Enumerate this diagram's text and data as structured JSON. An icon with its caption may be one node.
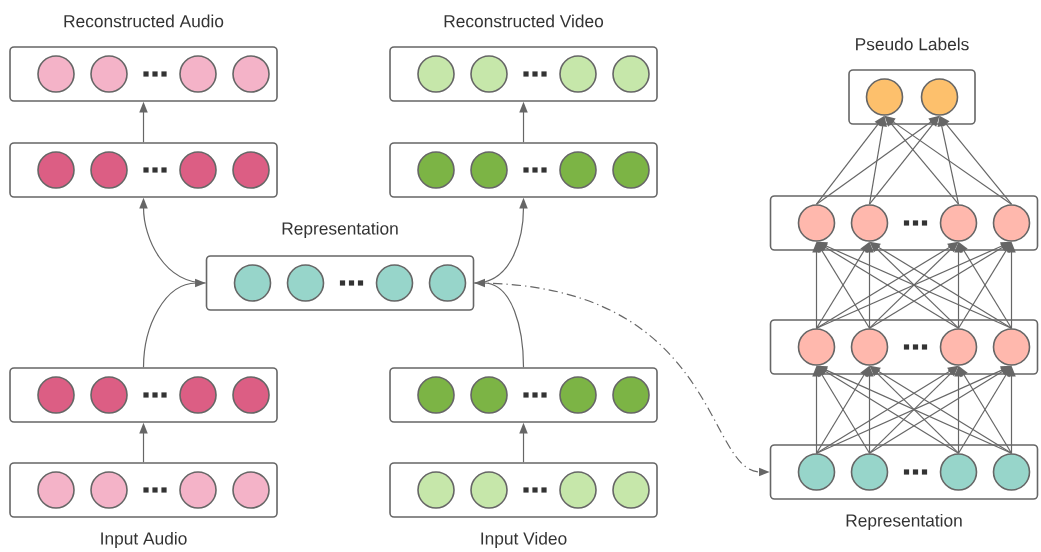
{
  "diagram": {
    "nodes": [
      {
        "text": [
          "Reconstructed Audio"
        ]
      },
      {
        "text": [],
        "shape": "circle",
        "in": 0
      },
      {
        "text": [],
        "shape": "circle",
        "in": 0
      },
      {
        "text": [],
        "shape": "circle",
        "in": 0
      },
      {
        "text": [],
        "shape": "circle",
        "in": 0
      },
      {
        "text": [
          "Reconstructed Video"
        ]
      },
      {
        "text": [],
        "shape": "circle",
        "in": 5
      },
      {
        "text": [],
        "shape": "circle",
        "in": 5
      },
      {
        "text": [],
        "shape": "circle",
        "in": 5
      },
      {
        "text": [],
        "shape": "circle",
        "in": 5
      },
      {
        "text": [
          "Pseudo Labels"
        ]
      },
      {
        "text": [],
        "shape": "circle",
        "in": 10
      },
      {
        "text": [],
        "shape": "circle",
        "in": 10
      },
      {
        "text": [],
        "shape": "box"
      },
      {
        "text": [],
        "shape": "circle",
        "in": 13
      },
      {
        "text": [],
        "shape": "circle",
        "in": 13
      },
      {
        "text": [],
        "shape": "circle",
        "in": 13
      },
      {
        "text": [],
        "shape": "circle",
        "in": 13
      },
      {
        "text": [],
        "shape": "box"
      },
      {
        "text": [],
        "shape": "circle",
        "in": 18
      },
      {
        "text": [],
        "shape": "circle",
        "in": 18
      },
      {
        "text": [],
        "shape": "circle",
        "in": 18
      },
      {
        "text": [],
        "shape": "circle",
        "in": 18
      },
      {
        "text": [],
        "shape": "box"
      },
      {
        "text": [],
        "shape": "circle",
        "in": 23
      },
      {
        "text": [],
        "shape": "circle",
        "in": 23
      },
      {
        "text": [],
        "shape": "circle",
        "in": 23
      },
      {
        "text": [],
        "shape": "circle",
        "in": 23
      },
      {
        "text": [
          "Representation"
        ]
      },
      {
        "text": [],
        "shape": "circle",
        "in": 28
      },
      {
        "text": [],
        "shape": "circle",
        "in": 28
      },
      {
        "text": [],
        "shape": "circle",
        "in": 28
      },
      {
        "text": [],
        "shape": "circle",
        "in": 28
      },
      {
        "text": [],
        "shape": "box"
      },
      {
        "text": [],
        "shape": "circle",
        "in": 33
      },
      {
        "text": [],
        "shape": "circle",
        "in": 33
      },
      {
        "text": [],
        "shape": "circle",
        "in": 33
      },
      {
        "text": [],
        "shape": "circle",
        "in": 33
      },
      {
        "text": [],
        "shape": "box"
      },
      {
        "text": [],
        "shape": "circle",
        "in": 38
      },
      {
        "text": [],
        "shape": "circle",
        "in": 38
      },
      {
        "text": [],
        "shape": "circle",
        "in": 38
      },
      {
        "text": [],
        "shape": "circle",
        "in": 38
      },
      {
        "text": [],
        "shape": "box"
      },
      {
        "text": [],
        "shape": "circle",
        "in": 43
      },
      {
        "text": [],
        "shape": "circle",
        "in": 43
      },
      {
        "text": [],
        "shape": "circle",
        "in": 43
      },
      {
        "text": [],
        "shape": "circle",
        "in": 43
      },
      {
        "text": [
          "Input Audio"
        ]
      },
      {
        "text": [],
        "shape": "circle",
        "in": 48
      },
      {
        "text": [],
        "shape": "circle",
        "in": 48
      },
      {
        "text": [],
        "shape": "circle",
        "in": 48
      },
      {
        "text": [],
        "shape": "circle",
        "in": 48
      },
      {
        "text": [
          "Input Video"
        ]
      },
      {
        "text": [],
        "shape": "circle",
        "in": 53
      },
      {
        "text": [],
        "shape": "circle",
        "in": 53
      },
      {
        "text": [],
        "shape": "circle",
        "in": 53
      },
      {
        "text": [],
        "shape": "circle",
        "in": 53
      },
      {
        "text": [
          "Representation"
        ]
      },
      {
        "text": [],
        "shape": "circle",
        "in": 58
      },
      {
        "text": [],
        "shape": "circle",
        "in": 58
      },
      {
        "text": [],
        "shape": "circle",
        "in": 58
      },
      {
        "text": [],
        "shape": "circle",
        "in": 58
      }
    ],
    "edges": [
      {
        "from": 13,
        "to": 0,
        "arrow": "to"
      },
      {
        "from": 18,
        "to": 5,
        "arrow": "to"
      },
      {
        "from": 28,
        "to": 13,
        "arrow": "to"
      },
      {
        "from": 28,
        "to": 18,
        "arrow": "to"
      },
      {
        "from": 38,
        "to": 28,
        "arrow": "to"
      },
      {
        "from": 43,
        "to": 28,
        "arrow": "to"
      },
      {
        "from": 48,
        "to": 38,
        "arrow": "to"
      },
      {
        "from": 53,
        "to": 43,
        "arrow": "to"
      },
      {
        "from": 28,
        "to": 58,
        "arrow": "to",
        "style": "dashed"
      },
      {
        "from": 59,
        "to": 34,
        "arrow": "to"
      },
      {
        "from": 59,
        "to": 35,
        "arrow": "to"
      },
      {
        "from": 59,
        "to": 36,
        "arrow": "to"
      },
      {
        "from": 59,
        "to": 37,
        "arrow": "to"
      },
      {
        "from": 60,
        "to": 34,
        "arrow": "to"
      },
      {
        "from": 60,
        "to": 35,
        "arrow": "to"
      },
      {
        "from": 60,
        "to": 36,
        "arrow": "to"
      },
      {
        "from": 60,
        "to": 37,
        "arrow": "to"
      },
      {
        "from": 61,
        "to": 34,
        "arrow": "to"
      },
      {
        "from": 61,
        "to": 35,
        "arrow": "to"
      },
      {
        "from": 61,
        "to": 36,
        "arrow": "to"
      },
      {
        "from": 61,
        "to": 37,
        "arrow": "to"
      },
      {
        "from": 62,
        "to": 34,
        "arrow": "to"
      },
      {
        "from": 62,
        "to": 35,
        "arrow": "to"
      },
      {
        "from": 62,
        "to": 36,
        "arrow": "to"
      },
      {
        "from": 62,
        "to": 37,
        "arrow": "to"
      },
      {
        "from": 34,
        "to": 24,
        "arrow": "to"
      },
      {
        "from": 34,
        "to": 25,
        "arrow": "to"
      },
      {
        "from": 34,
        "to": 26,
        "arrow": "to"
      },
      {
        "from": 34,
        "to": 27,
        "arrow": "to"
      },
      {
        "from": 35,
        "to": 24,
        "arrow": "to"
      },
      {
        "from": 35,
        "to": 25,
        "arrow": "to"
      },
      {
        "from": 35,
        "to": 26,
        "arrow": "to"
      },
      {
        "from": 35,
        "to": 27,
        "arrow": "to"
      },
      {
        "from": 36,
        "to": 24,
        "arrow": "to"
      },
      {
        "from": 36,
        "to": 25,
        "arrow": "to"
      },
      {
        "from": 36,
        "to": 26,
        "arrow": "to"
      },
      {
        "from": 36,
        "to": 27,
        "arrow": "to"
      },
      {
        "from": 37,
        "to": 24,
        "arrow": "to"
      },
      {
        "from": 37,
        "to": 25,
        "arrow": "to"
      },
      {
        "from": 37,
        "to": 26,
        "arrow": "to"
      },
      {
        "from": 37,
        "to": 27,
        "arrow": "to"
      },
      {
        "from": 24,
        "to": 11,
        "arrow": "to"
      },
      {
        "from": 24,
        "to": 12,
        "arrow": "to"
      },
      {
        "from": 25,
        "to": 11,
        "arrow": "to"
      },
      {
        "from": 25,
        "to": 12,
        "arrow": "to"
      },
      {
        "from": 26,
        "to": 11,
        "arrow": "to"
      },
      {
        "from": 26,
        "to": 12,
        "arrow": "to"
      },
      {
        "from": 27,
        "to": 11,
        "arrow": "to"
      },
      {
        "from": 27,
        "to": 12,
        "arrow": "to"
      }
    ]
  }
}
